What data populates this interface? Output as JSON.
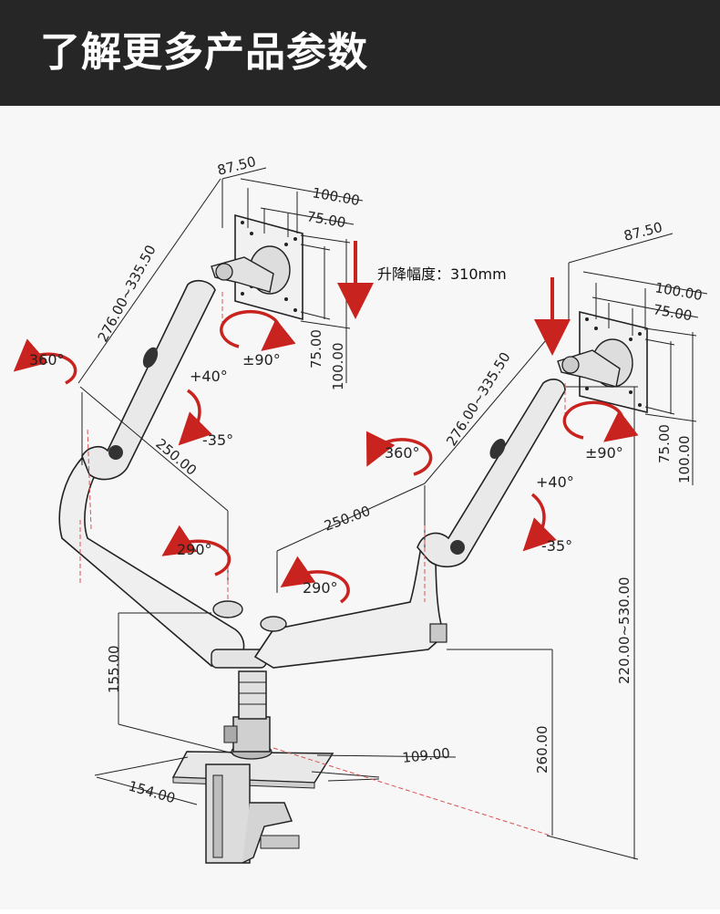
{
  "header": {
    "title": "了解更多产品参数"
  },
  "colors": {
    "header_bg": "#262626",
    "arrow_red": "#c8231e",
    "line": "#222222",
    "dash_red": "#d9534f"
  },
  "diagram": {
    "left_arm": {
      "plate_width_top": "87.50",
      "vesa_h_large": "100.00",
      "vesa_h_small": "75.00",
      "vesa_v_small": "75.00",
      "vesa_v_large": "100.00",
      "tilt_rotation": "±90°",
      "upper_arm_length": "276.00~335.50",
      "lower_arm_length": "250.00",
      "swivel_upper": "360°",
      "swivel_lower": "290°",
      "tilt_up": "+40°",
      "tilt_down": "-35°"
    },
    "right_arm": {
      "plate_width_top": "87.50",
      "vesa_h_large": "100.00",
      "vesa_h_small": "75.00",
      "vesa_v_small": "75.00",
      "vesa_v_large": "100.00",
      "tilt_rotation": "±90°",
      "upper_arm_length": "276.00~335.50",
      "lower_arm_length": "250.00",
      "swivel_upper": "360°",
      "swivel_lower": "290°",
      "tilt_up": "+40°",
      "tilt_down": "-35°"
    },
    "lift_note": "升降幅度：310mm",
    "pole_height": "155.00",
    "base_to_arm_height": "260.00",
    "max_height_range": "220.00~530.00",
    "clamp_depth": "154.00",
    "clamp_width": "109.00"
  }
}
